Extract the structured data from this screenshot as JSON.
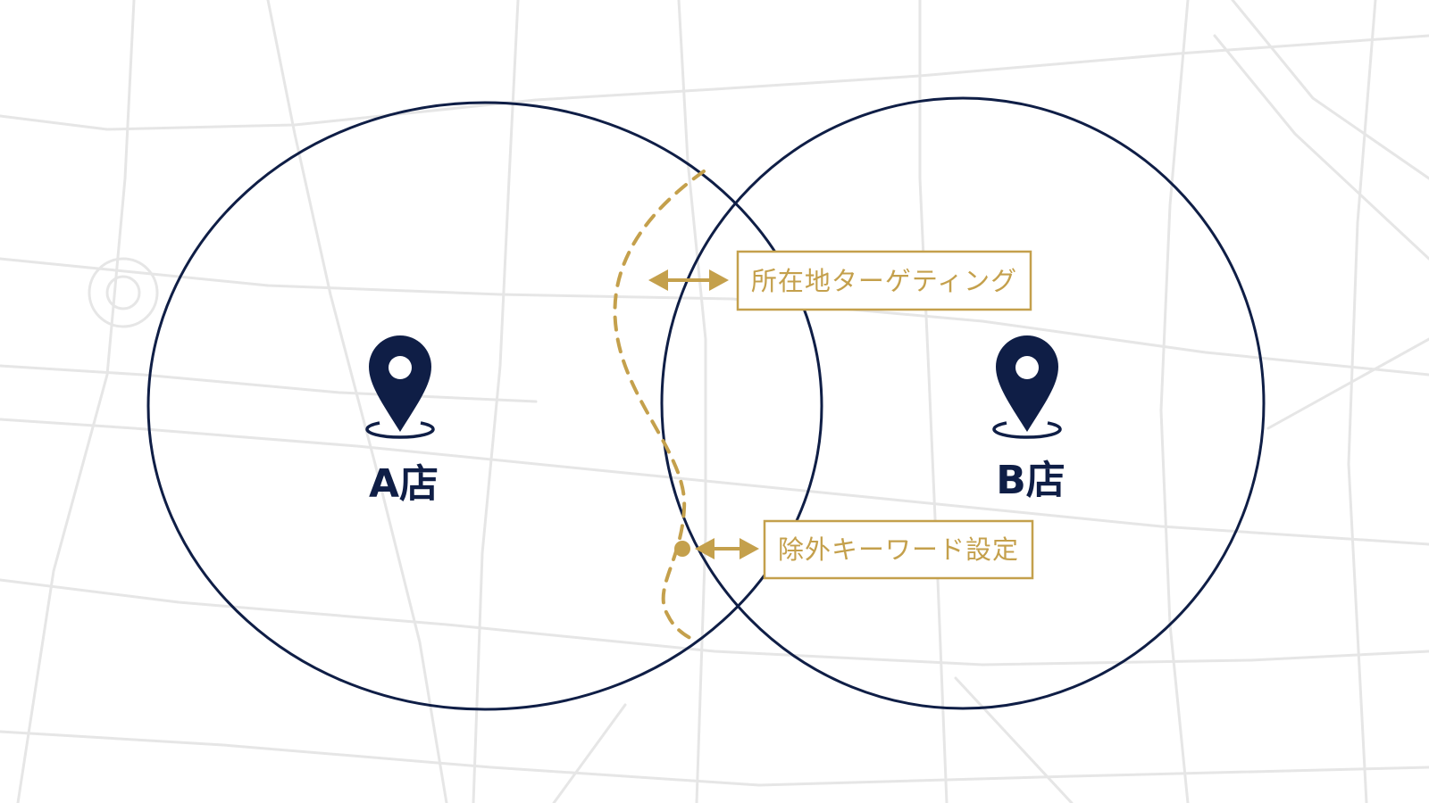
{
  "labels": {
    "location_targeting": "所在地ターゲティング",
    "negative_keywords": "除外キーワード設定"
  },
  "stores": {
    "a": "A店",
    "b": "B店"
  },
  "icons": {
    "store_marker": "map-pin-icon",
    "arrow": "double-headed-arrow-icon"
  },
  "colors": {
    "navy": "#0f1e46",
    "gold": "#c4a04c",
    "map_roads": "#e6e6e6",
    "background": "#ffffff"
  }
}
